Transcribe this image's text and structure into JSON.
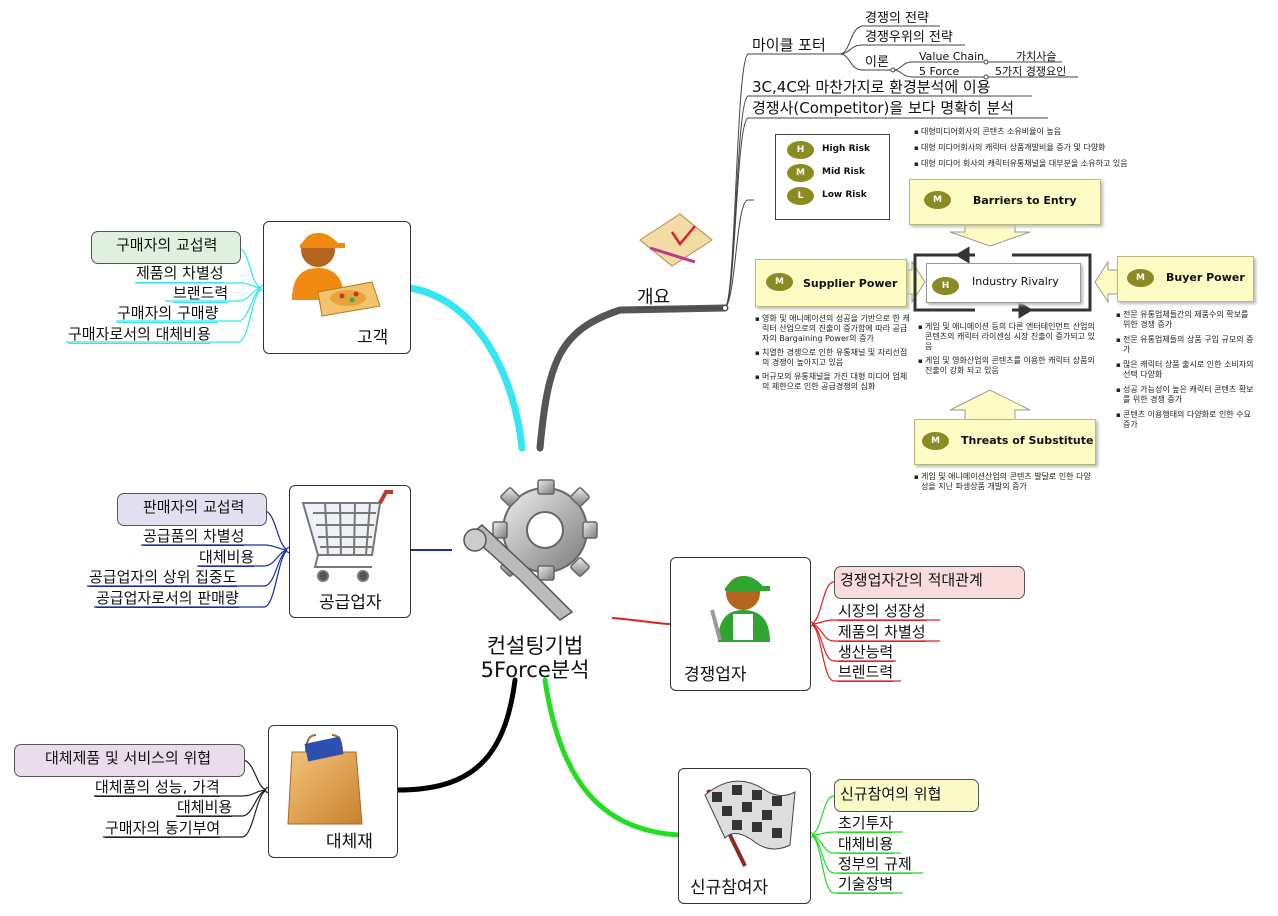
{
  "center": {
    "line1": "컨설팅기법",
    "line2": "5Force분석"
  },
  "colors": {
    "customer": "#33e6f2",
    "supplier": "#1a2aaa",
    "substitute": "#000000",
    "competitor": "#e02020",
    "newentrant": "#22dd22",
    "overview": "#555555"
  },
  "customer": {
    "label": "고객",
    "main": "구매자의 교섭력",
    "items": [
      "제품의 차별성",
      "브랜드력",
      "구매자의 구매량",
      "구매자로서의 대체비용"
    ]
  },
  "supplier": {
    "label": "공급업자",
    "main": "판매자의 교섭력",
    "items": [
      "공급품의 차별성",
      "대체비용",
      "공급업자의 상위 집중도",
      "공급업자로서의 판매량"
    ]
  },
  "substitute": {
    "label": "대체재",
    "main": "대체제품 및 서비스의 위협",
    "items": [
      "대체품의 성능, 가격",
      "대체비용",
      "구매자의 동기부여"
    ]
  },
  "competitor": {
    "label": "경쟁업자",
    "main": "경쟁업자간의 적대관계",
    "items": [
      "시장의 성장성",
      "제품의 차별성",
      "생산능력",
      "브렌드력"
    ]
  },
  "newentrant": {
    "label": "신규참여자",
    "main": "신규참여의 위협",
    "items": [
      "초기투자",
      "대체비용",
      "정부의 규제",
      "기술장벽"
    ]
  },
  "overview": {
    "label": "개요",
    "porter": "마이클 포터",
    "porter_items": [
      "경쟁의 전략",
      "경쟁우위의 전략"
    ],
    "theory": "이론",
    "theory_items": [
      {
        "name": "Value Chain",
        "desc": "가치사슬"
      },
      {
        "name": "5 Force",
        "desc": "5가지 경쟁요인"
      }
    ],
    "line1": "3C,4C와 마찬가지로 환경분석에 이용",
    "line2": "경쟁사(Competitor)을 보다 명확히 분석"
  },
  "legend": [
    {
      "badge": "H",
      "text": "High Risk"
    },
    {
      "badge": "M",
      "text": "Mid Risk"
    },
    {
      "badge": "L",
      "text": "Low Risk"
    }
  ],
  "model": {
    "barriers": {
      "badge": "M",
      "title": "Barriers to Entry",
      "notes": [
        "대형미디어회사의 콘텐츠 소유비율이 높음",
        "대형 미디어회사의 캐릭터 상품개발비율 증가 및 다양화",
        "대형 미디어 회사의 캐릭터유통채널을 대부분을 소유하고 있음"
      ]
    },
    "supplier": {
      "badge": "M",
      "title": "Supplier Power",
      "notes": [
        "영화 및 애니메이션의 성공을 기반으로 한 캐릭터 산업으로의 진출이 증가함에 따라 공급자의 Bargaining Power의 증가",
        "치열한 경쟁으로 인한 유통채널 및 자리선점의 경쟁이 높아지고 있음",
        "머규모의 유통채널을 가진 대형 미디어 업체의 제한으로 인한 공급경쟁의 심화"
      ]
    },
    "rivalry": {
      "badge": "H",
      "title": "Industry Rivalry",
      "notes": [
        "게임 및 애니메이션 등의 다른 엔터테인먼트 산업의 콘텐츠의 캐릭터 라이센싱 시장 진출이 증가되고 있음",
        "게임 및 영화산업의 콘텐츠를 이용한 캐릭터 상품의 진출이 강화 되고 있음"
      ]
    },
    "buyer": {
      "badge": "M",
      "title": "Buyer Power",
      "notes": [
        "전문 유통업체들간의 제품수의 확보를 위한 경쟁 증가",
        "전문 유통업체들의 상품 구입 규모의 증가",
        "많은 캐릭터 상품 출시로 인한 소비자의 선택 다양화",
        "성공 가능성이 높은 캐릭터 콘텐츠 확보를 위한 경쟁 증가",
        "콘텐츠 이용행태의 다양화로 인한 수요증가"
      ]
    },
    "substitute": {
      "badge": "M",
      "title": "Threats of Substitute",
      "notes": [
        "게임 및 애니메이션산업의 콘텐츠 발달로 인한 다양성을 지닌 파생상품 개발의 증가"
      ]
    }
  }
}
